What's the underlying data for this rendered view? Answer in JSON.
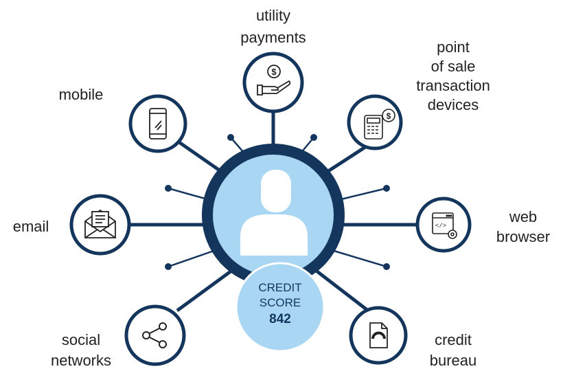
{
  "colors": {
    "navy": "#14365d",
    "light_blue": "#a9d6f2",
    "white": "#ffffff",
    "text": "#222222"
  },
  "center": {
    "icon": "user-silhouette-icon",
    "score_label_line1": "CREDIT",
    "score_label_line2": "SCORE",
    "score_value": "842"
  },
  "sources": {
    "utility": {
      "icon": "hand-dollar-icon",
      "label_lines": [
        "utility",
        "payments"
      ]
    },
    "pos": {
      "icon": "calculator-dollar-icon",
      "label_lines": [
        "point",
        "of sale",
        "transaction",
        "devices"
      ]
    },
    "mobile": {
      "icon": "smartphone-icon",
      "label_lines": [
        "mobile"
      ]
    },
    "email": {
      "icon": "envelope-icon",
      "label_lines": [
        "email"
      ]
    },
    "web": {
      "icon": "browser-window-icon",
      "label_lines": [
        "web",
        "browser"
      ]
    },
    "social": {
      "icon": "share-icon",
      "label_lines": [
        "social",
        "networks"
      ]
    },
    "bureau": {
      "icon": "document-gauge-icon",
      "label_lines": [
        "credit",
        "bureau"
      ]
    }
  }
}
